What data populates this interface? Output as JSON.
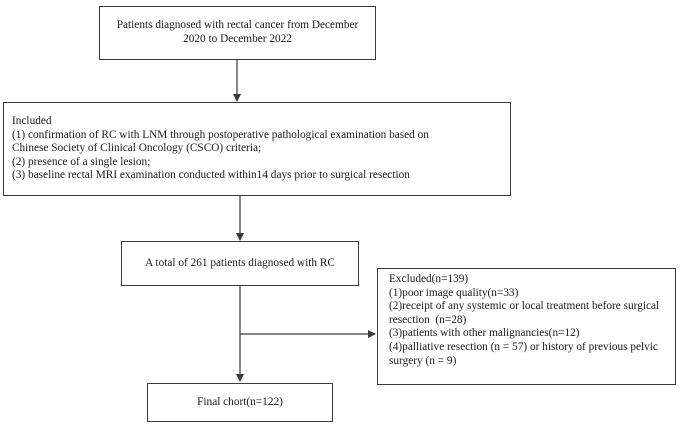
{
  "flowchart": {
    "start_box": {
      "lines": [
        "Patients diagnosed with rectal cancer from December",
        "2020 to December 2022"
      ]
    },
    "inclusion_box": {
      "title": "Included",
      "items": [
        "(1) confirmation of RC with LNM through postoperative pathological examination based on",
        "Chinese Society of Clinical Oncology (CSCO) criteria;",
        "(2) presence of a single lesion;",
        "(3) baseline rectal MRI examination conducted within14 days prior to surgical resection"
      ]
    },
    "total_box": {
      "text": "A total of 261 patients diagnosed with RC"
    },
    "exclusion_box": {
      "title": "Excluded(n=139)",
      "items": [
        "(1)poor image quality(n=33)",
        "(2)receipt of any systemic or local treatment before surgical",
        "resection  (n=28)",
        "(3)patients with other malignancies(n=12)",
        "(4)palliative resection (n = 57) or history of previous pelvic",
        "surgery (n = 9)"
      ]
    },
    "final_box": {
      "text": "Final chort(n=122)"
    }
  }
}
